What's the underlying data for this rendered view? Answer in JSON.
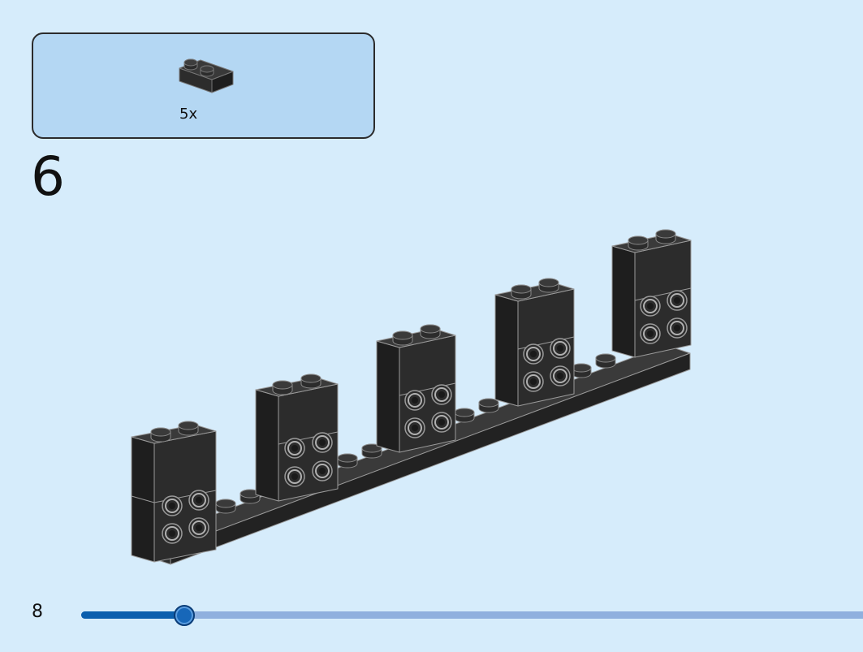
{
  "parts_callout": {
    "part_icon": "black-brick-1x2-icon",
    "quantity_label": "5x"
  },
  "step": {
    "number_label": "6",
    "model_icon": "black-brick-wall-assembly-icon"
  },
  "footer": {
    "page_number": "8",
    "progress_fraction": 0.132
  },
  "colors": {
    "background": "#d6ecfb",
    "callout_fill": "#b4d7f3",
    "brick": "#2c2c2c",
    "progress_fill": "#0b5fae",
    "progress_track": "#8fb0de"
  }
}
